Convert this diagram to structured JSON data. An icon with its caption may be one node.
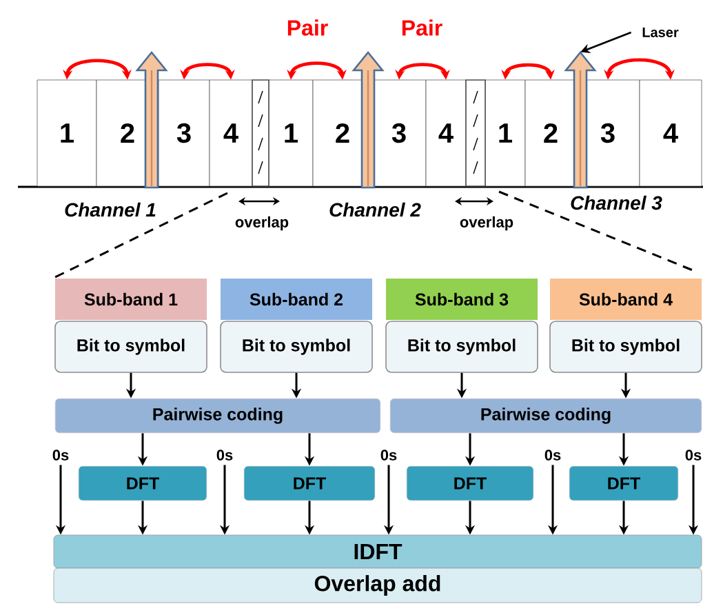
{
  "diagram": {
    "nodes": [
      {
        "text": [
          "1"
        ]
      },
      {
        "text": [
          "2"
        ]
      },
      {
        "text": [],
        "shape": "bar"
      },
      {
        "text": [
          "3"
        ]
      },
      {
        "text": [
          "4"
        ]
      },
      {
        "text": [],
        "shape": "box"
      },
      {
        "text": [
          "1"
        ]
      },
      {
        "text": [
          "2"
        ]
      },
      {
        "text": [],
        "shape": "bar"
      },
      {
        "text": [
          "3"
        ]
      },
      {
        "text": [
          "4"
        ]
      },
      {
        "text": [],
        "shape": "box"
      },
      {
        "text": [
          "1"
        ]
      },
      {
        "text": [
          "2"
        ]
      },
      {
        "text": [],
        "shape": "bar"
      },
      {
        "text": [
          "3"
        ]
      },
      {
        "text": [
          "4"
        ]
      },
      {
        "text": [
          "Laser"
        ]
      },
      {
        "text": [
          "Sub-band 1"
        ]
      },
      {
        "text": [
          "Sub-band 2"
        ]
      },
      {
        "text": [
          "Sub-band 3"
        ]
      },
      {
        "text": [
          "Sub-band 4"
        ]
      },
      {
        "text": [
          "Bit to symbol"
        ]
      },
      {
        "text": [
          "Bit to symbol"
        ]
      },
      {
        "text": [
          "Bit to symbol"
        ]
      },
      {
        "text": [
          "Bit to symbol"
        ]
      },
      {
        "text": [
          "Pairwise coding"
        ]
      },
      {
        "text": [
          "Pairwise coding"
        ]
      },
      {
        "text": [
          "0s"
        ]
      },
      {
        "text": [
          "0s"
        ]
      },
      {
        "text": [
          "0s"
        ]
      },
      {
        "text": [
          "0s"
        ]
      },
      {
        "text": [
          "0s"
        ]
      },
      {
        "text": [
          "DFT"
        ]
      },
      {
        "text": [
          "DFT"
        ]
      },
      {
        "text": [
          "DFT"
        ]
      },
      {
        "text": [
          "DFT"
        ]
      },
      {
        "text": [
          "IDFT"
        ]
      },
      {
        "text": [
          "Overlap add"
        ]
      }
    ],
    "edges": [
      {
        "from": 0,
        "to": 1,
        "arrow": "both",
        "color": "#ff0000"
      },
      {
        "from": 3,
        "to": 4,
        "arrow": "both",
        "color": "#ff0000"
      },
      {
        "from": 6,
        "to": 7,
        "arrow": "both",
        "color": "#ff0000",
        "label": "Pair"
      },
      {
        "from": 9,
        "to": 10,
        "arrow": "both",
        "color": "#ff0000",
        "label": "Pair"
      },
      {
        "from": 12,
        "to": 13,
        "arrow": "both",
        "color": "#ff0000"
      },
      {
        "from": 15,
        "to": 16,
        "arrow": "both",
        "color": "#ff0000"
      },
      {
        "from": 17,
        "to": 14,
        "arrow": "to"
      },
      {
        "from": 22,
        "to": 26,
        "arrow": "to"
      },
      {
        "from": 23,
        "to": 26,
        "arrow": "to"
      },
      {
        "from": 24,
        "to": 27,
        "arrow": "to"
      },
      {
        "from": 25,
        "to": 27,
        "arrow": "to"
      },
      {
        "from": 26,
        "to": 33,
        "arrow": "to"
      },
      {
        "from": 26,
        "to": 34,
        "arrow": "to"
      },
      {
        "from": 27,
        "to": 35,
        "arrow": "to"
      },
      {
        "from": 27,
        "to": 36,
        "arrow": "to"
      },
      {
        "from": 33,
        "to": 37,
        "arrow": "to"
      },
      {
        "from": 34,
        "to": 37,
        "arrow": "to"
      },
      {
        "from": 35,
        "to": 37,
        "arrow": "to"
      },
      {
        "from": 36,
        "to": 37,
        "arrow": "to"
      },
      {
        "from": 28,
        "to": 37,
        "arrow": "to"
      },
      {
        "from": 29,
        "to": 37,
        "arrow": "to"
      },
      {
        "from": 30,
        "to": 37,
        "arrow": "to"
      },
      {
        "from": 31,
        "to": 37,
        "arrow": "to"
      },
      {
        "from": 32,
        "to": 37,
        "arrow": "to"
      }
    ],
    "labels": [
      "Channel 1",
      "overlap",
      "Channel 2",
      "overlap",
      "Channel 3"
    ]
  }
}
